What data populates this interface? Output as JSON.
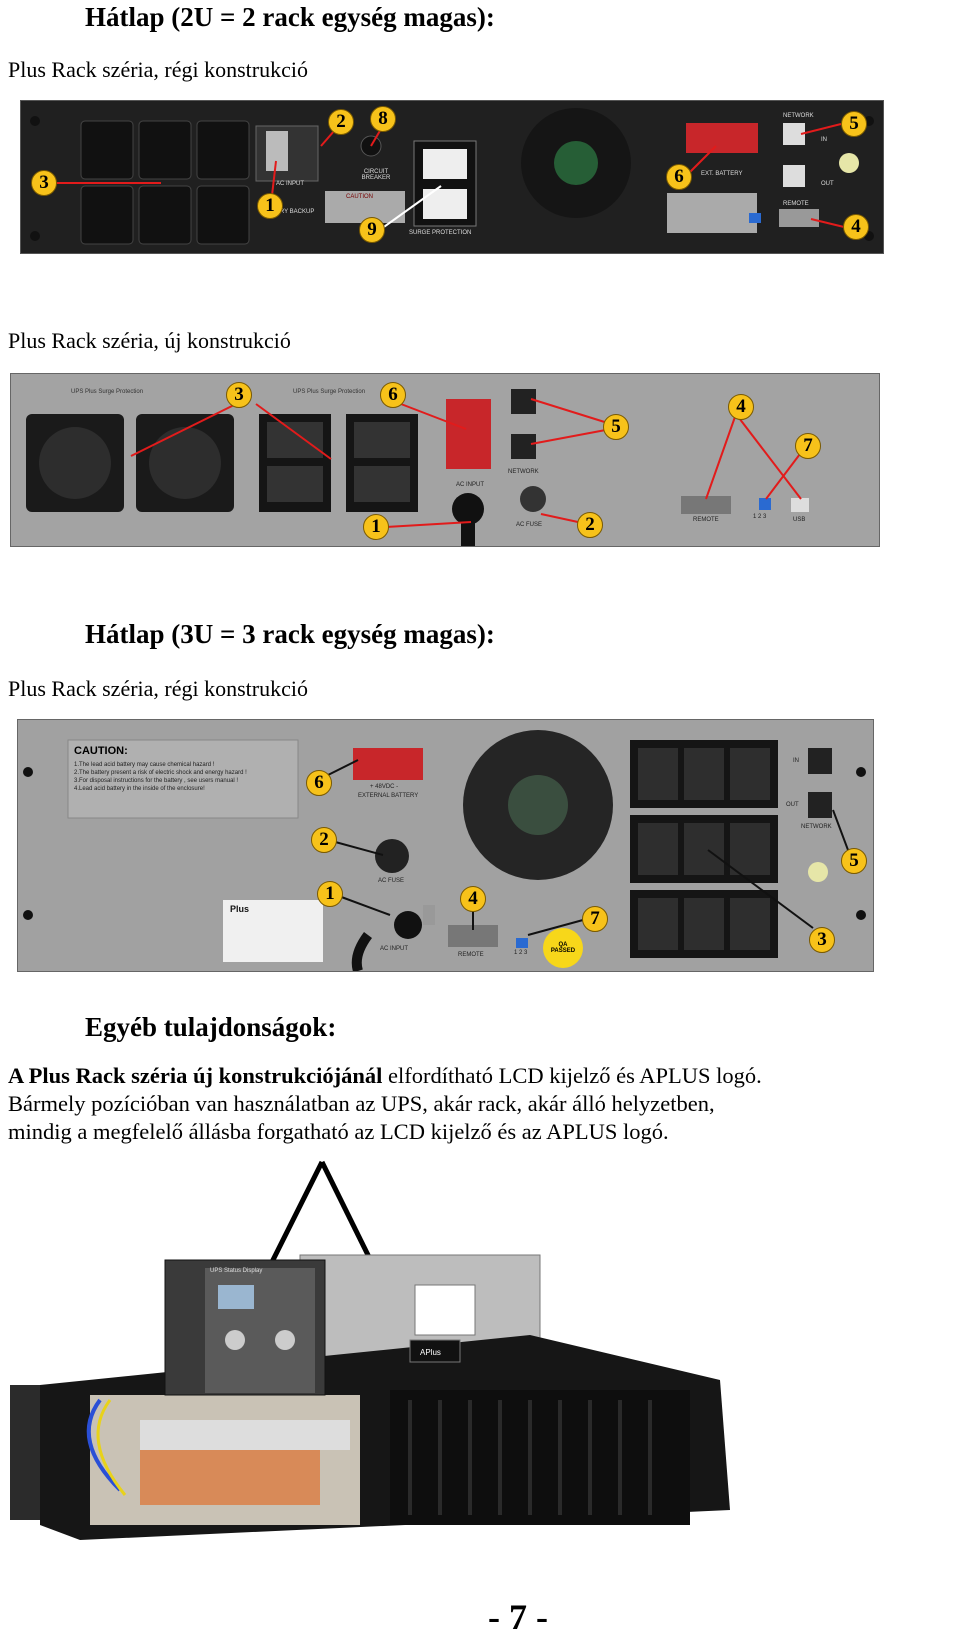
{
  "section_2u": {
    "heading": "Hátlap (2U = 2 rack egység magas):",
    "old_label": "Plus Rack széria, régi konstrukció",
    "new_label": "Plus Rack széria, új konstrukció"
  },
  "section_3u": {
    "heading": "Hátlap (3U = 3 rack egység magas):",
    "old_label": "Plus Rack széria, régi konstrukció"
  },
  "other": {
    "heading": "Egyéb tulajdonságok:",
    "para_bold": "A Plus Rack széria új konstrukciójánál",
    "para_rest": " elfordítható LCD kijelző és APLUS logó.",
    "para_line2": "Bármely pozícióban van használatban az UPS, akár rack, akár álló helyzetben,",
    "para_line3": "mindig a megfelelő állásba forgatható az LCD kijelző és az APLUS logó."
  },
  "photo1_labels": {
    "ac_input": "AC INPUT",
    "battery_backup": "BATTERY BACKUP",
    "circuit_breaker": "CIRCUIT BREAKER",
    "caution": "CAUTION",
    "surge_protection": "SURGE PROTECTION",
    "ext_battery": "EXT. BATTERY",
    "network": "NETWORK",
    "in": "IN",
    "out": "OUT",
    "remote": "REMOTE"
  },
  "photo2_labels": {
    "surge_left": "UPS Plus Surge Protection",
    "surge_mid": "UPS Plus Surge Protection",
    "ac_input": "AC INPUT",
    "ac_fuse": "AC FUSE",
    "network": "NETWORK",
    "remote": "REMOTE",
    "usb": "USB",
    "dip": "1 2 3"
  },
  "photo3_labels": {
    "caution_title": "CAUTION:",
    "caution_lines": [
      "1.The lead acid battery may cause chemical hazard !",
      "2.The battery present a risk of electric shock and energy hazard !",
      "3.For disposal instructions for the battery , see users manual !",
      "4.Lead acid battery in the inside of the enclosure!"
    ],
    "ext_batt": "+ 48VDC -",
    "ext_batt2": "EXTERNAL BATTERY",
    "ac_fuse": "AC FUSE",
    "ac_input": "AC INPUT",
    "remote": "REMOTE",
    "dip": "1 2 3",
    "qa": "QA PASSED",
    "in": "IN",
    "out": "OUT",
    "network": "NETWORK",
    "plus": "Plus"
  },
  "photo4_labels": {
    "lcd_title": "UPS Status Display",
    "logo": "APlus"
  },
  "page_number": "- 7 -"
}
